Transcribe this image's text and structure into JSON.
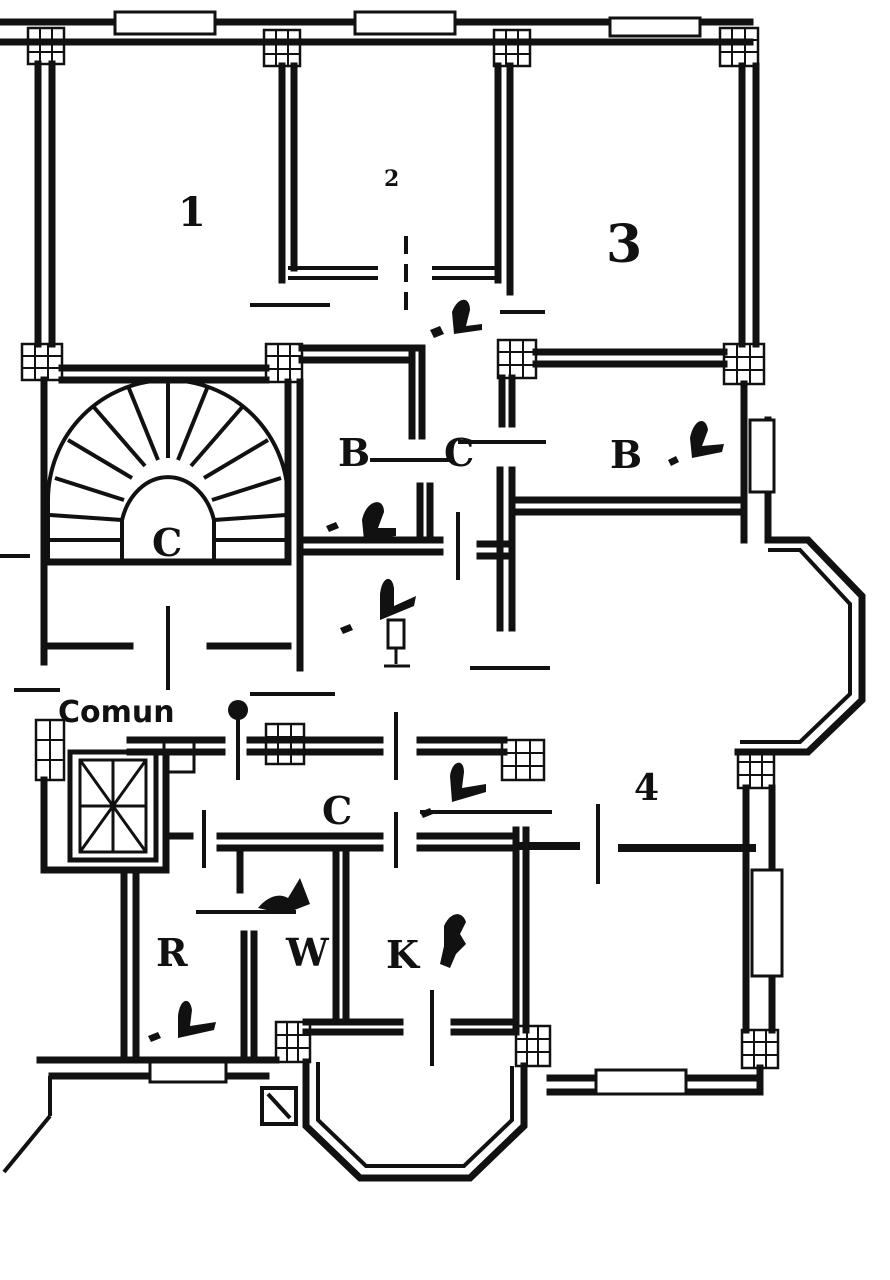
{
  "plan": {
    "rooms": {
      "room_1": "1",
      "room_2": "2",
      "room_3": "3",
      "room_4": "4",
      "bath_left": "B",
      "bath_right": "B",
      "corridor_top": "C",
      "corridor_stair": "C",
      "corridor_bottom": "C",
      "room_r": "R",
      "room_w": "W",
      "room_k": "K"
    },
    "common_label": "Comun"
  }
}
